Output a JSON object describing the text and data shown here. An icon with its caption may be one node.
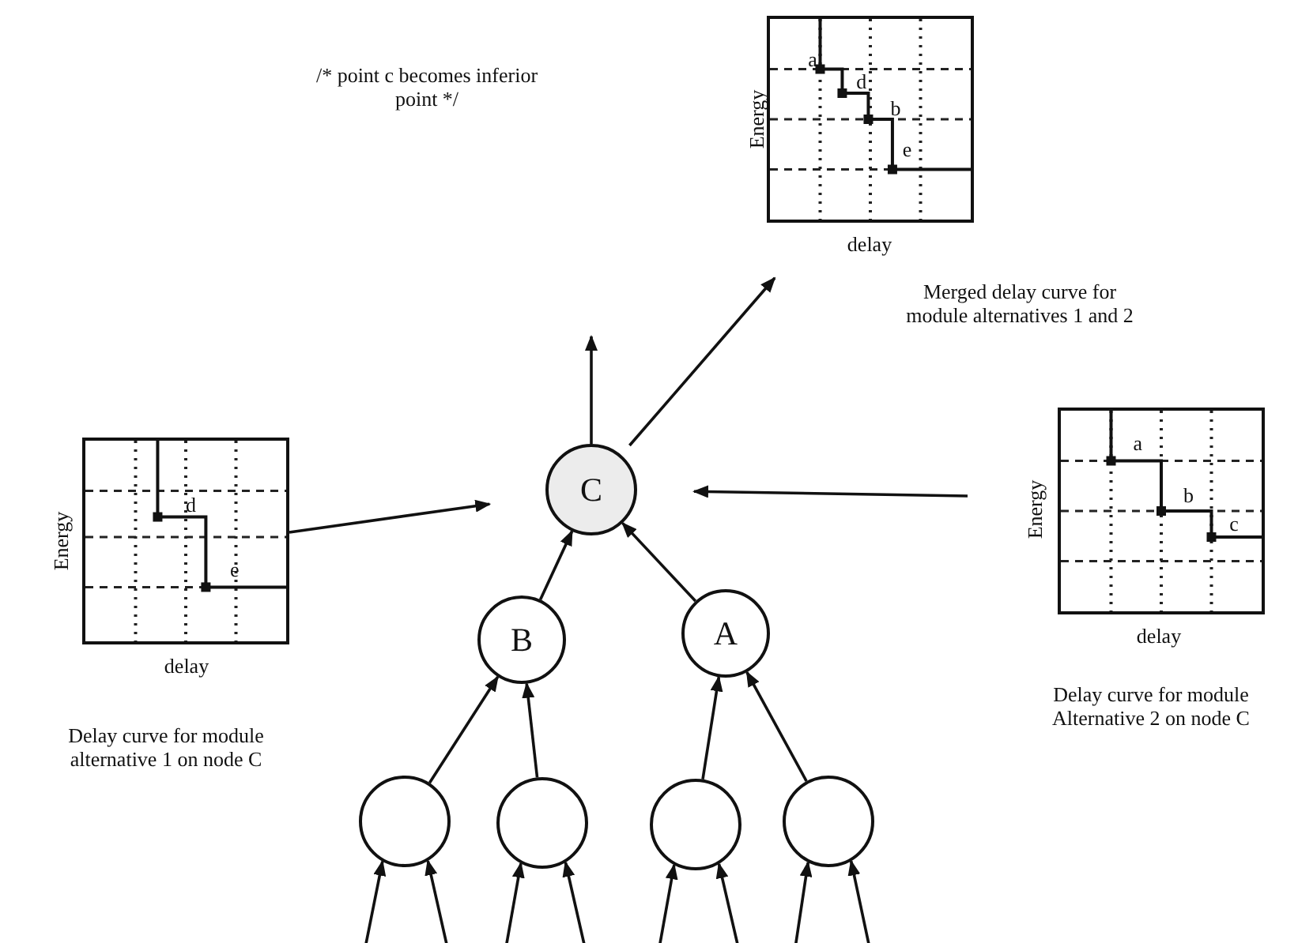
{
  "diagram": {
    "nodes": [
      {
        "text": [],
        "shape": "box",
        "beside": [
          "Energy",
          "delay",
          "Merged delay curve for module alternatives 1 and 2"
        ]
      },
      {
        "text": [],
        "shape": "box",
        "beside": [
          "Energy",
          "delay",
          "Delay curve for module alternative 1 on node C"
        ]
      },
      {
        "text": [
          "C"
        ]
      },
      {
        "text": [],
        "shape": "box",
        "beside": [
          "Energy",
          "delay",
          "Delay curve for module Alternative 2 on node C"
        ]
      },
      {
        "text": [
          "B"
        ]
      },
      {
        "text": [
          "A"
        ]
      },
      {
        "text": [],
        "shape": "circle"
      },
      {
        "text": [],
        "shape": "circle"
      },
      {
        "text": [],
        "shape": "circle"
      },
      {
        "text": [],
        "shape": "circle"
      }
    ],
    "edges": [
      {
        "from": 2,
        "to": null,
        "arrow": "to"
      },
      {
        "from": 2,
        "to": 0,
        "arrow": "to"
      },
      {
        "from": 1,
        "to": 2,
        "arrow": "to"
      },
      {
        "from": 3,
        "to": 2,
        "arrow": "to"
      },
      {
        "from": 4,
        "to": 2,
        "arrow": "to"
      },
      {
        "from": 5,
        "to": 2,
        "arrow": "to"
      },
      {
        "from": 6,
        "to": 4,
        "arrow": "to"
      },
      {
        "from": 7,
        "to": 4,
        "arrow": "to"
      },
      {
        "from": 8,
        "to": 5,
        "arrow": "to"
      },
      {
        "from": 9,
        "to": 5,
        "arrow": "to"
      },
      {
        "from": null,
        "to": 6,
        "arrow": "to"
      },
      {
        "from": null,
        "to": 6,
        "arrow": "to"
      },
      {
        "from": null,
        "to": 7,
        "arrow": "to"
      },
      {
        "from": null,
        "to": 7,
        "arrow": "to"
      },
      {
        "from": null,
        "to": 8,
        "arrow": "to"
      },
      {
        "from": null,
        "to": 8,
        "arrow": "to"
      },
      {
        "from": null,
        "to": 9,
        "arrow": "to"
      },
      {
        "from": null,
        "to": 9,
        "arrow": "to"
      }
    ],
    "labels": [
      "/* point c becomes inferior point */",
      "a",
      "d",
      "b",
      "e",
      "d",
      "e",
      "a",
      "b",
      "c"
    ]
  }
}
